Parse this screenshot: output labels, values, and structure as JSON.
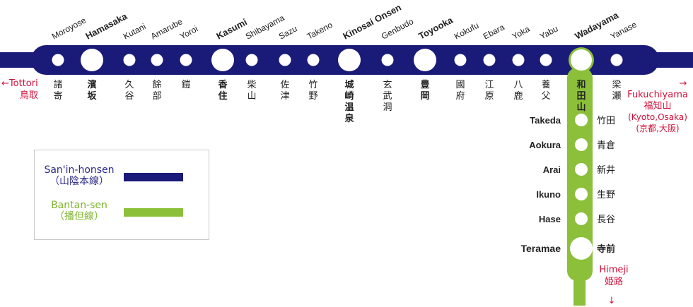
{
  "colors": {
    "honsen": "#1a1a78",
    "bantan": "#8cbf3a",
    "accent": "#d0103a",
    "text": "#222222"
  },
  "honsen_stations": [
    {
      "en": "Moroyose",
      "jp": "諸寄",
      "major": false
    },
    {
      "en": "Hamasaka",
      "jp": "濱坂",
      "major": true
    },
    {
      "en": "Kutani",
      "jp": "久谷",
      "major": false
    },
    {
      "en": "Amarube",
      "jp": "餘部",
      "major": false
    },
    {
      "en": "Yoroi",
      "jp": "鎧",
      "major": false
    },
    {
      "en": "Kasumi",
      "jp": "香住",
      "major": true
    },
    {
      "en": "Shibayama",
      "jp": "柴山",
      "major": false
    },
    {
      "en": "Sazu",
      "jp": "佐津",
      "major": false
    },
    {
      "en": "Takeno",
      "jp": "竹野",
      "major": false
    },
    {
      "en": "Kinosai Onsen",
      "jp": "城崎温泉",
      "major": true
    },
    {
      "en": "Genbudo",
      "jp": "玄武洞",
      "major": false
    },
    {
      "en": "Toyooka",
      "jp": "豊岡",
      "major": true
    },
    {
      "en": "Kokufu",
      "jp": "國府",
      "major": false
    },
    {
      "en": "Ebara",
      "jp": "江原",
      "major": false
    },
    {
      "en": "Yoka",
      "jp": "八鹿",
      "major": false
    },
    {
      "en": "Yabu",
      "jp": "養父",
      "major": false
    },
    {
      "en": "Wadayama",
      "jp": "和田山",
      "major": true
    },
    {
      "en": "Yanase",
      "jp": "梁瀬",
      "major": false
    }
  ],
  "bantan_stations": [
    {
      "en": "Takeda",
      "jp": "竹田",
      "major": false
    },
    {
      "en": "Aokura",
      "jp": "青倉",
      "major": false
    },
    {
      "en": "Arai",
      "jp": "新井",
      "major": false
    },
    {
      "en": "Ikuno",
      "jp": "生野",
      "major": false
    },
    {
      "en": "Hase",
      "jp": "長谷",
      "major": false
    },
    {
      "en": "Teramae",
      "jp": "寺前",
      "major": true
    }
  ],
  "destinations": {
    "west": {
      "arrow": "←",
      "en": "Tottori",
      "jp": "鳥取"
    },
    "east": {
      "arrow": "→",
      "en": "Fukuchiyama",
      "jp": "福知山",
      "sub_en": "(Kyoto,Osaka)",
      "sub_jp": "(京都,大阪)"
    },
    "south": {
      "arrow": "↓",
      "en": "Himeji",
      "jp": "姫路"
    }
  },
  "legend": [
    {
      "line1": "San'in-honsen",
      "line2": "（山陰本線）",
      "color": "#1a1a78"
    },
    {
      "line1": "Bantan-sen",
      "line2": "（播但線）",
      "color": "#8cbf3a"
    }
  ]
}
